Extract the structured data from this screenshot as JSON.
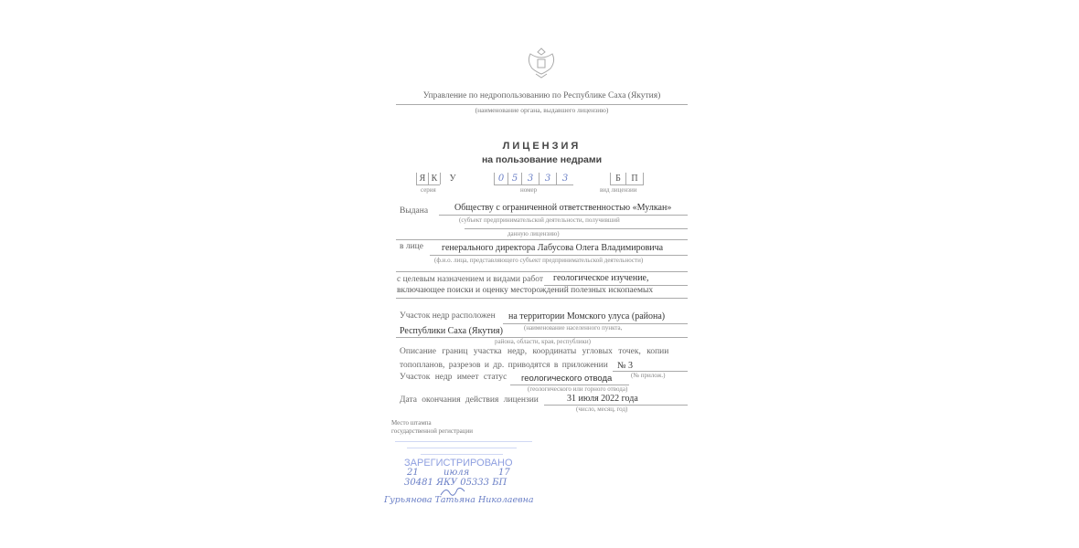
{
  "header": {
    "authority": "Управление по недропользованию по Республике Саха (Якутия)",
    "authority_caption": "(наименование органа, выдавшего лицензию)",
    "title": "ЛИЦЕНЗИЯ",
    "subtitle": "на пользование недрами"
  },
  "license_id": {
    "series": [
      "Я",
      "К",
      "У"
    ],
    "series_label": "серия",
    "number": [
      "0",
      "5",
      "3",
      "3",
      "3"
    ],
    "number_label": "номер",
    "type": [
      "Б",
      "П"
    ],
    "type_label": "вид лицензии"
  },
  "fields": {
    "issued_label": "Выдана",
    "issued_value": "Обществу с ограниченной ответственностью «Мулкан»",
    "issued_caption": "(субъект предпринимательской деятельности, получивший",
    "issued_caption2": "данную лицензию)",
    "person_label": "в лице",
    "person_value": "генерального директора Лабусова Олега Владимировича",
    "person_caption": "(ф.и.о. лица, представляющего субъект предпринимательской деятельности)",
    "purpose_label": "с целевым назначением и видами работ",
    "purpose_value1": "геологическое изучение,",
    "purpose_value2": "включающее поиски и оценку месторождений полезных ископаемых",
    "location_label": "Участок недр расположен",
    "location_value1": "на территории Момского улуса (района)",
    "location_caption1": "(наименование населенного пункта,",
    "location_value2": "Республики Саха (Якутия)",
    "location_caption2": "района, области, края, республики)",
    "boundary_text1": "Описание границ участка недр, координаты угловых точек, копии",
    "boundary_text2": "топопланов, разрезов и др. приводятся в приложении",
    "appendix_value": "№ 3",
    "appendix_caption": "(№ прилож.)",
    "status_label": "Участок недр имеет статус",
    "status_value": "геологического отвода",
    "status_caption": "(геологического или горного отвода)",
    "expiry_label": "Дата окончания действия лицензии",
    "expiry_value": "31 июля 2022 года",
    "expiry_caption": "(число, месяц, год)"
  },
  "registration": {
    "stamp_place": "Место штампа",
    "stamp_place2": "государственной регистрации",
    "stamp_title": "ЗАРЕГИСТРИРОВАНО",
    "date_day": "21",
    "date_month": "июля",
    "date_year": "17",
    "reg_number": "30481 ЯКУ 05333 БП",
    "registrar_name": "Гурьянова Татьяна Николаевна"
  }
}
